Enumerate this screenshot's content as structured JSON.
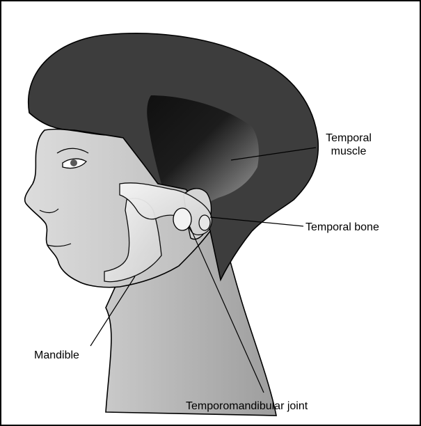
{
  "labels": {
    "temporal_muscle_line1": "Temporal",
    "temporal_muscle_line2": "muscle",
    "temporal_bone": "Temporal bone",
    "mandible": "Mandible",
    "tmj": "Temporomandibular joint"
  },
  "colors": {
    "hair": "#3a3a3a",
    "skin": "#cfcfcf",
    "skin_shadow": "#a9a9a9",
    "bone": "#ececec",
    "muscle_dark": "#151515",
    "outline": "#000000",
    "background": "#ffffff"
  }
}
